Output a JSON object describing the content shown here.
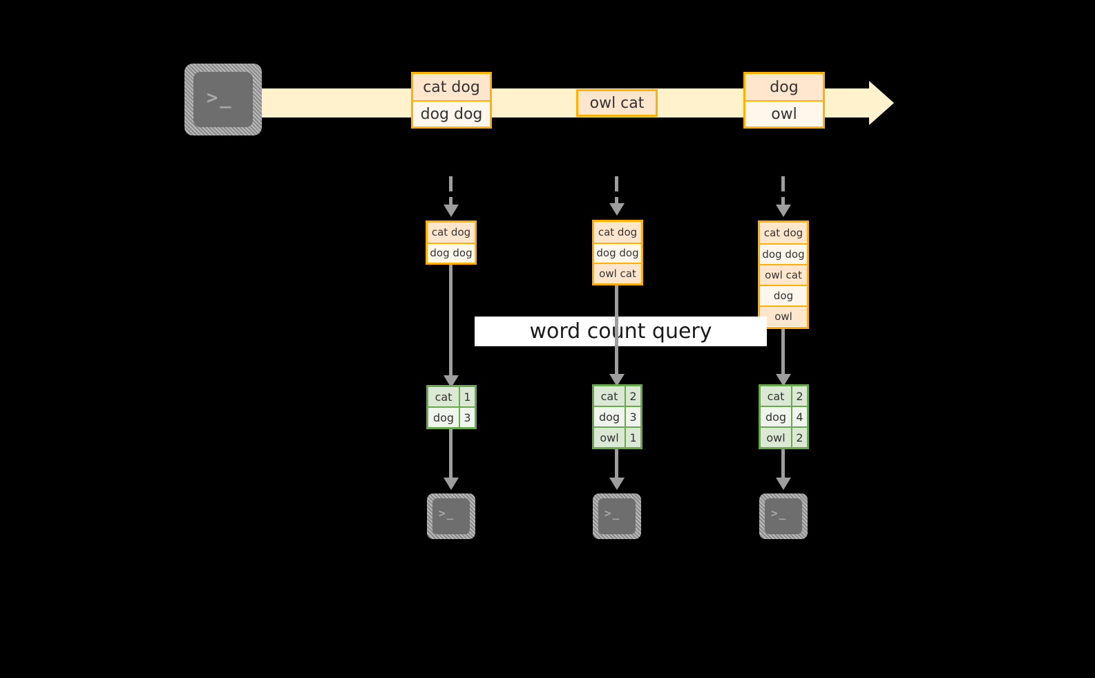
{
  "diagram": {
    "title_label": "word count query",
    "colors": {
      "stream_fill": "#FFF2CC",
      "record_border": "#FFB000",
      "record_fill_dark": "#FFE6CC",
      "record_fill_light": "#FFF6EC",
      "result_border": "#6AA84F",
      "result_fill_dark": "#DBE8D3",
      "result_fill_light": "#EFF4EC",
      "connector": "#9E9E9E",
      "terminal_body": "#6E6E6E",
      "background": "#000000",
      "label_band": "#FFFFFF"
    }
  },
  "source": {
    "icon": "terminal-icon",
    "prompt_glyphs": ">_"
  },
  "stream": {
    "direction": "left-to-right",
    "groups": [
      {
        "lines": [
          "cat dog",
          "dog dog"
        ]
      },
      {
        "lines": [
          "owl cat"
        ]
      },
      {
        "lines": [
          "dog",
          "owl"
        ]
      }
    ]
  },
  "snapshots": [
    {
      "records": [
        "cat dog",
        "dog dog"
      ],
      "result": {
        "rows": [
          {
            "key": "cat",
            "value": "1"
          },
          {
            "key": "dog",
            "value": "3"
          }
        ]
      },
      "sink_icon": "terminal-icon",
      "sink_prompt_glyphs": ">_"
    },
    {
      "records": [
        "cat dog",
        "dog dog",
        "owl cat"
      ],
      "result": {
        "rows": [
          {
            "key": "cat",
            "value": "2"
          },
          {
            "key": "dog",
            "value": "3"
          },
          {
            "key": "owl",
            "value": "1"
          }
        ]
      },
      "sink_icon": "terminal-icon",
      "sink_prompt_glyphs": ">_"
    },
    {
      "records": [
        "cat dog",
        "dog dog",
        "owl cat",
        "dog",
        "owl"
      ],
      "result": {
        "rows": [
          {
            "key": "cat",
            "value": "2"
          },
          {
            "key": "dog",
            "value": "4"
          },
          {
            "key": "owl",
            "value": "2"
          }
        ]
      },
      "sink_icon": "terminal-icon",
      "sink_prompt_glyphs": ">_"
    }
  ]
}
